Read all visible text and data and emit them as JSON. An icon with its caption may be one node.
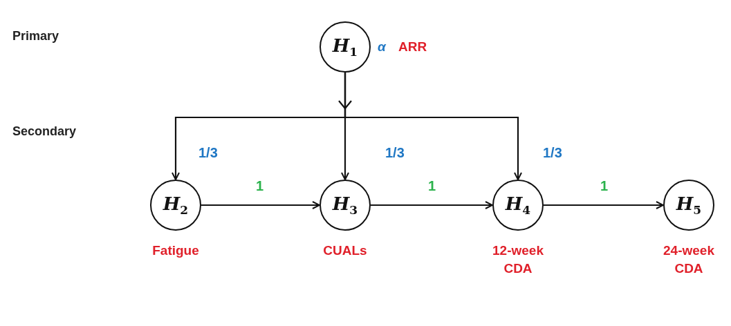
{
  "diagram": {
    "nodes": [
      {
        "text": [
          "*H*$_{1}$"
        ],
        "beside": [
          "α",
          "ARR"
        ]
      },
      {
        "text": [
          "*H*$_{2}$"
        ],
        "beside": [
          "Fatigue"
        ]
      },
      {
        "text": [
          "*H*$_{3}$"
        ],
        "beside": [
          "CUALs"
        ]
      },
      {
        "text": [
          "*H*$_{4}$"
        ],
        "beside": [
          "12-week CDA"
        ]
      },
      {
        "text": [
          "*H*$_{5}$"
        ],
        "beside": [
          "24-week CDA"
        ]
      }
    ],
    "edges": [
      {
        "from": 0,
        "to": 1,
        "arrow": "to",
        "label": "1/3"
      },
      {
        "from": 0,
        "to": 2,
        "arrow": "to",
        "label": "1/3"
      },
      {
        "from": 0,
        "to": 3,
        "arrow": "to",
        "label": "1/3"
      },
      {
        "from": 1,
        "to": 2,
        "arrow": "to",
        "label": "1"
      },
      {
        "from": 2,
        "to": 3,
        "arrow": "to",
        "label": "1"
      },
      {
        "from": 3,
        "to": 4,
        "arrow": "to",
        "label": "1"
      }
    ],
    "labels": [
      "Primary",
      "Secondary"
    ]
  }
}
